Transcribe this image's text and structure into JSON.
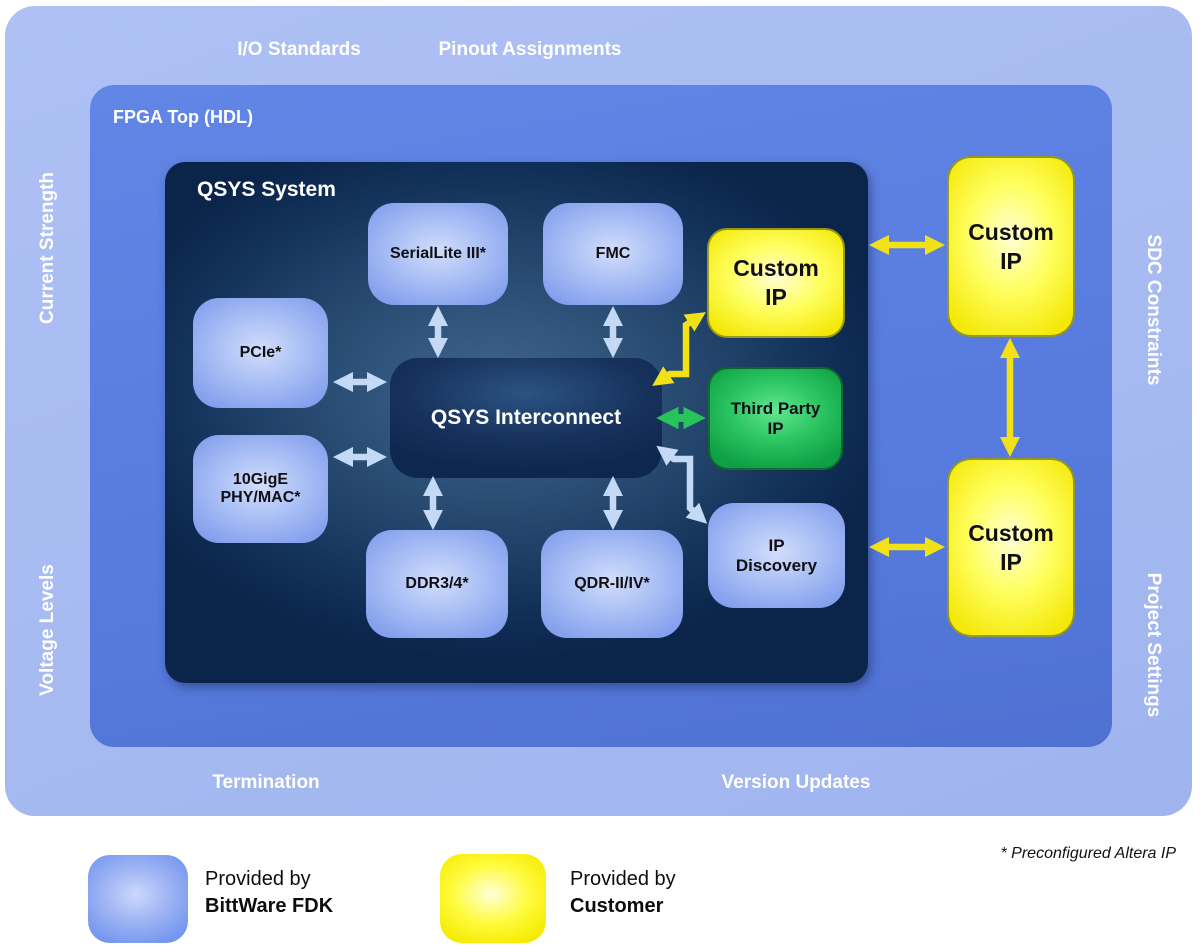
{
  "diagram": {
    "edge_labels": {
      "io_standards": "I/O Standards",
      "pinout_assignments": "Pinout Assignments",
      "current_strength": "Current Strength",
      "voltage_levels": "Voltage Levels",
      "sdc_constraints": "SDC Constraints",
      "project_settings": "Project Settings",
      "termination": "Termination",
      "version_updates": "Version Updates"
    },
    "fpga_label": "FPGA Top (HDL)",
    "qsys_label": "QSYS System",
    "blocks": {
      "seriallite": "SerialLite III*",
      "fmc": "FMC",
      "pcie": "PCIe*",
      "gige": "10GigE\nPHY/MAC*",
      "interconnect": "QSYS Interconnect",
      "ddr": "DDR3/4*",
      "qdr": "QDR-II/IV*",
      "custom_inner": "Custom\nIP",
      "third_party": "Third Party\nIP",
      "ip_discovery": "IP\nDiscovery",
      "custom_top": "Custom\nIP",
      "custom_bottom": "Custom\nIP"
    }
  },
  "legend": {
    "bittware": {
      "line1": "Provided by",
      "line2": "BittWare FDK"
    },
    "customer": {
      "line1": "Provided by",
      "line2": "Customer"
    }
  },
  "footnote": "* Preconfigured Altera IP",
  "colors": {
    "outer_bg": "#a9bdf1",
    "fpga_bg": "#5b7fdd",
    "qsys_bg": "#0e2c54",
    "block_blue": "#8fa9ef",
    "block_yellow": "#fdf313",
    "block_green": "#23bd5a",
    "arrow_blue": "#c3d9f6",
    "arrow_yellow": "#f3e117",
    "arrow_green": "#29c35c",
    "label_white": "#ffffff",
    "label_black": "#111111"
  }
}
